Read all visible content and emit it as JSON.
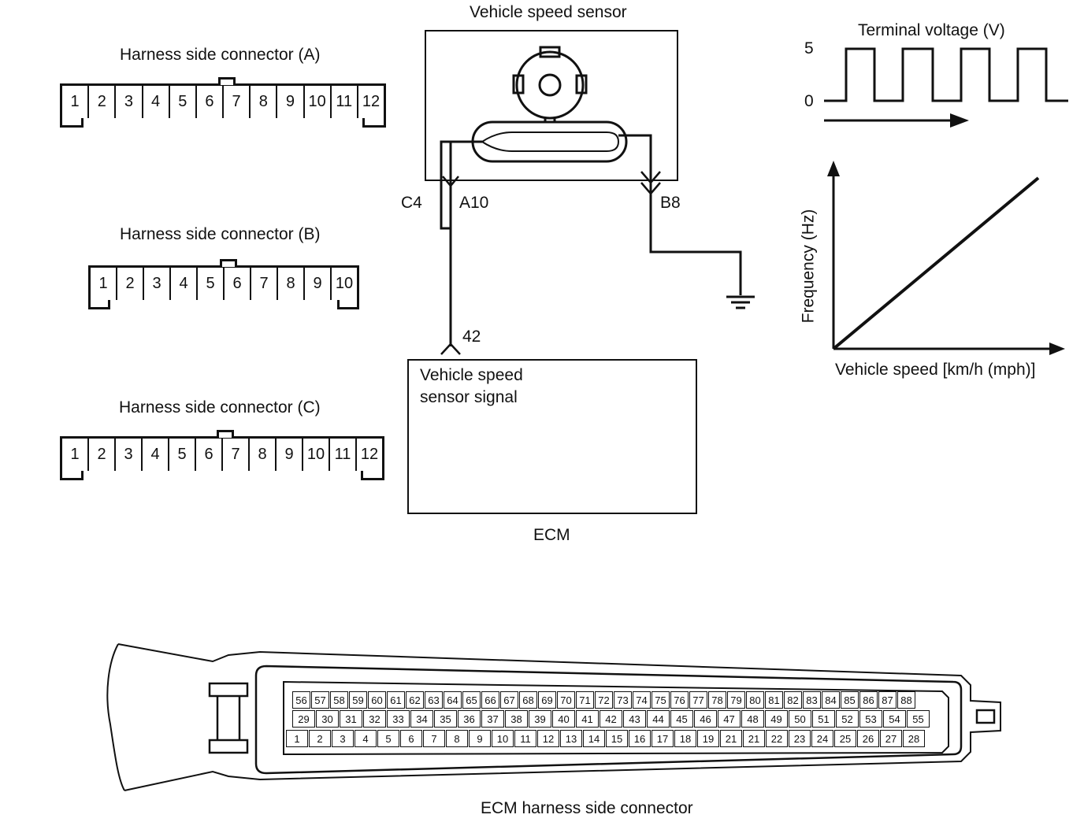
{
  "connectors": {
    "a": {
      "title": "Harness side connector (A)",
      "pins": [
        "1",
        "2",
        "3",
        "4",
        "5",
        "6",
        "7",
        "8",
        "9",
        "10",
        "11",
        "12"
      ]
    },
    "b": {
      "title": "Harness side connector (B)",
      "pins": [
        "1",
        "2",
        "3",
        "4",
        "5",
        "6",
        "7",
        "8",
        "9",
        "10"
      ]
    },
    "c": {
      "title": "Harness side connector (C)",
      "pins": [
        "1",
        "2",
        "3",
        "4",
        "5",
        "6",
        "7",
        "8",
        "9",
        "10",
        "11",
        "12"
      ]
    }
  },
  "sensor": {
    "title": "Vehicle speed sensor",
    "terminal_c4": "C4",
    "terminal_a10": "A10",
    "terminal_b8": "B8",
    "terminal_42": "42"
  },
  "ecm": {
    "signal_line1": "Vehicle speed",
    "signal_line2": "sensor signal",
    "title": "ECM"
  },
  "waveform": {
    "title": "Terminal voltage (V)",
    "y_high": "5",
    "y_low": "0"
  },
  "freq_chart": {
    "ylabel": "Frequency (Hz)",
    "xlabel": "Vehicle speed [km/h (mph)]"
  },
  "ecm_connector": {
    "title": "ECM harness side connector",
    "row_top": [
      "56",
      "57",
      "58",
      "59",
      "60",
      "61",
      "62",
      "63",
      "64",
      "65",
      "66",
      "67",
      "68",
      "69",
      "70",
      "71",
      "72",
      "73",
      "74",
      "75",
      "76",
      "77",
      "78",
      "79",
      "80",
      "81",
      "82",
      "83",
      "84",
      "85",
      "86",
      "87",
      "88"
    ],
    "row_mid": [
      "29",
      "30",
      "31",
      "32",
      "33",
      "34",
      "35",
      "36",
      "37",
      "38",
      "39",
      "40",
      "41",
      "42",
      "43",
      "44",
      "45",
      "46",
      "47",
      "48",
      "49",
      "50",
      "51",
      "52",
      "53",
      "54",
      "55"
    ],
    "row_bot": [
      "1",
      "2",
      "3",
      "4",
      "5",
      "6",
      "7",
      "8",
      "9",
      "10",
      "11",
      "12",
      "13",
      "14",
      "15",
      "16",
      "17",
      "18",
      "19",
      "21",
      "21",
      "22",
      "23",
      "24",
      "25",
      "26",
      "27",
      "28"
    ]
  }
}
